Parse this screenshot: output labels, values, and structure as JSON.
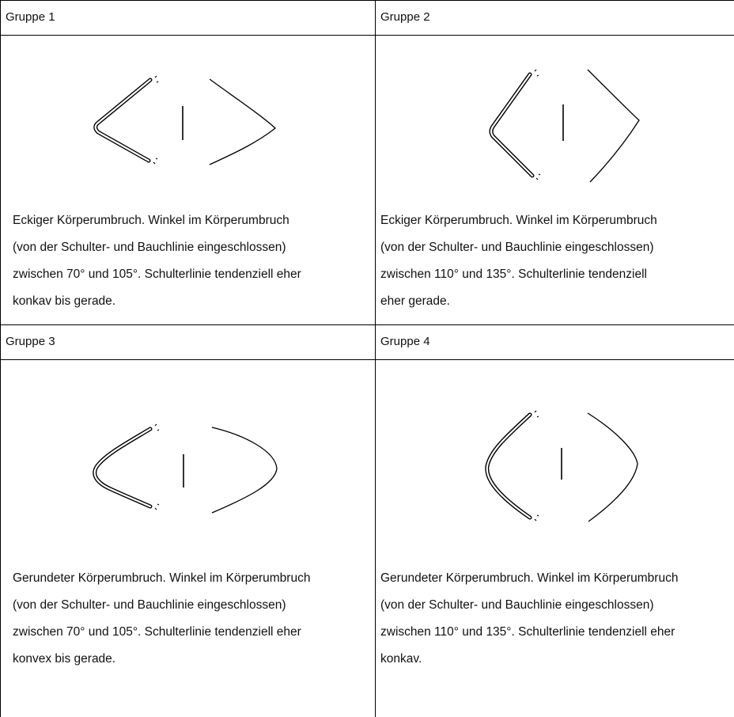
{
  "groups": [
    {
      "title": "Gruppe 1",
      "lines": [
        "Eckiger Körperumbruch. Winkel im Körperumbruch",
        "(von der Schulter- und Bauchlinie eingeschlossen)",
        "zwischen 70° und 105°. Schulterlinie tendenziell eher",
        "konkav bis gerade."
      ]
    },
    {
      "title": "Gruppe 2",
      "lines": [
        "Eckiger Körperumbruch. Winkel im Körperumbruch",
        "(von der Schulter- und Bauchlinie eingeschlossen)",
        "zwischen 110° und 135°. Schulterlinie tendenziell",
        "eher gerade."
      ]
    },
    {
      "title": "Gruppe 3",
      "lines": [
        "Gerundeter Körperumbruch. Winkel im Körperumbruch",
        "(von der Schulter- und Bauchlinie eingeschlossen)",
        "zwischen 70° und 105°. Schulterlinie tendenziell eher",
        "konvex bis gerade."
      ]
    },
    {
      "title": "Gruppe 4",
      "lines": [
        "Gerundeter Körperumbruch. Winkel im Körperumbruch",
        "(von der Schulter- und Bauchlinie eingeschlossen)",
        "zwischen 110° und 135°. Schulterlinie tendenziell eher",
        "konkav."
      ]
    }
  ]
}
